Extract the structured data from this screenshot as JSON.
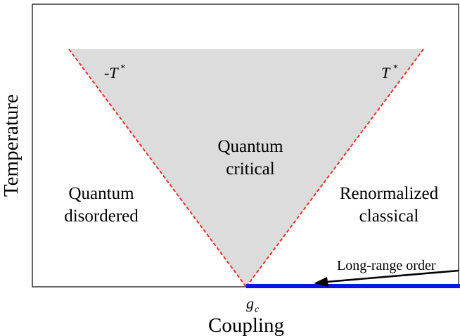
{
  "axes": {
    "y_label": "Temperature",
    "x_label": "Coupling",
    "critical_point": {
      "symbol": "g",
      "subscript": "c"
    }
  },
  "regions": {
    "left": {
      "line1": "Quantum",
      "line2": "disordered"
    },
    "center": {
      "line1": "Quantum",
      "line2": "critical"
    },
    "right": {
      "line1": "Renormalized",
      "line2": "classical"
    }
  },
  "crossover_labels": {
    "left": {
      "prefix": "-",
      "symbol": "T",
      "superscript": "*"
    },
    "right": {
      "symbol": "T",
      "superscript": "*"
    }
  },
  "annotation": {
    "text": "Long-range order"
  },
  "colors": {
    "critical_fill": "#dcdcdc",
    "crossover_line": "#e8312b",
    "order_line": "#0a14e6",
    "frame": "#000000"
  }
}
